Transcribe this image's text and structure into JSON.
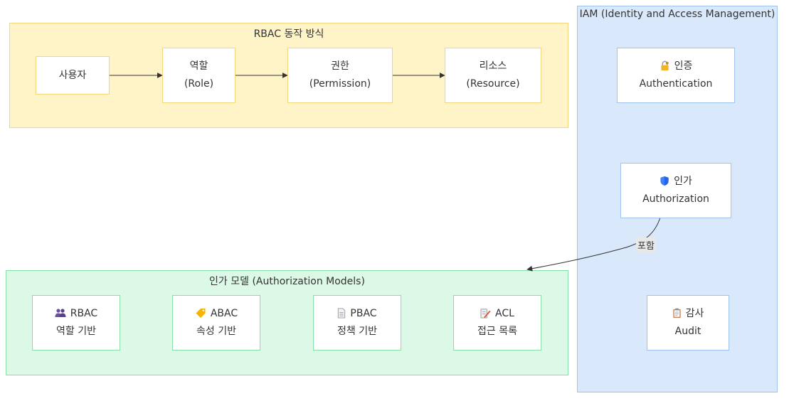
{
  "rbac_flow": {
    "title": "RBAC 동작 방식",
    "user": "사용자",
    "role": {
      "line1": "역할",
      "line2": "(Role)"
    },
    "permission": {
      "line1": "권한",
      "line2": "(Permission)"
    },
    "resource": {
      "line1": "리소스",
      "line2": "(Resource)"
    }
  },
  "iam": {
    "title": "IAM (Identity and Access Management)",
    "authentication": {
      "icon": "lock-key-icon",
      "label": "인증",
      "sub": "Authentication"
    },
    "authorization": {
      "icon": "shield-icon",
      "label": "인가",
      "sub": "Authorization"
    },
    "audit": {
      "icon": "clipboard-icon",
      "label": "감사",
      "sub": "Audit"
    }
  },
  "edge_label": "포함",
  "models": {
    "title": "인가 모델 (Authorization Models)",
    "items": [
      {
        "icon": "people-icon",
        "label": "RBAC",
        "sub": "역할 기반"
      },
      {
        "icon": "tag-icon",
        "label": "ABAC",
        "sub": "속성 기반"
      },
      {
        "icon": "document-icon",
        "label": "PBAC",
        "sub": "정책 기반"
      },
      {
        "icon": "memo-icon",
        "label": "ACL",
        "sub": "접근 목록"
      }
    ]
  },
  "colors": {
    "rbac_fill": "#fff4c8",
    "rbac_border": "#f5d77a",
    "iam_fill": "#dae8fc",
    "iam_border": "#9ec3ef",
    "models_fill": "#dcf8e6",
    "models_border": "#86e0a8",
    "node_border_yellow": "#f5d77a",
    "node_border_blue": "#9ec3ef",
    "node_border_green": "#86e0a8"
  }
}
